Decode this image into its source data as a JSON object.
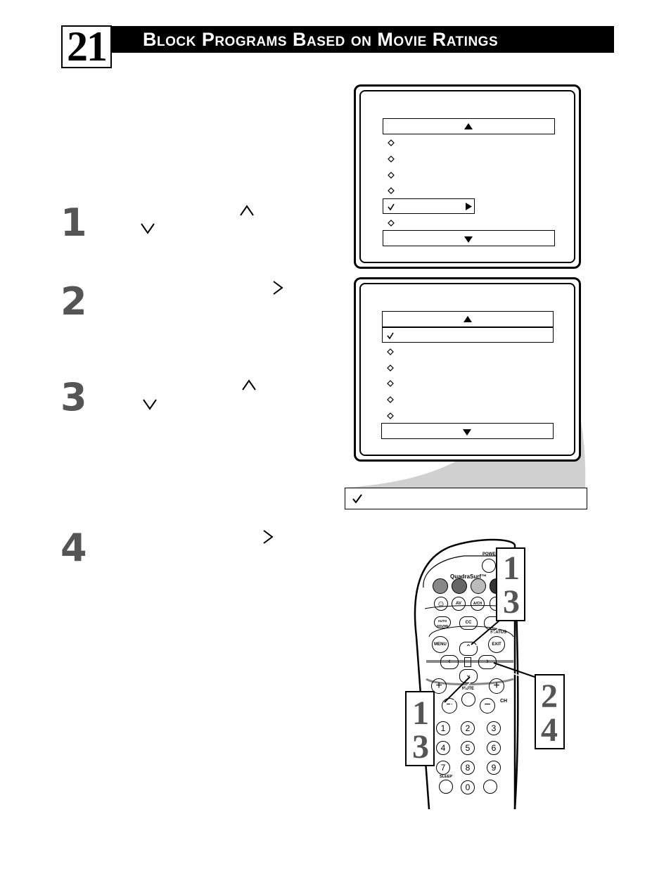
{
  "header": {
    "page_number": "21",
    "title": "Block Programs Based on Movie Ratings"
  },
  "steps": [
    {
      "number": "1",
      "arrows": [
        "up-arrow-icon",
        "down-arrow-icon"
      ]
    },
    {
      "number": "2",
      "arrows": [
        "right-arrow-icon"
      ]
    },
    {
      "number": "3",
      "arrows": [
        "up-arrow-icon",
        "down-arrow-icon"
      ]
    },
    {
      "number": "4",
      "arrows": [
        "right-arrow-icon"
      ]
    }
  ],
  "screen1": {
    "item_markers": [
      "diamond-icon",
      "diamond-icon",
      "diamond-icon",
      "diamond-icon",
      "check-icon",
      "diamond-icon"
    ],
    "selected_index": 4
  },
  "screen2": {
    "item_markers": [
      "check-icon",
      "diamond-icon",
      "diamond-icon",
      "diamond-icon",
      "diamond-icon",
      "diamond-icon"
    ],
    "selected_index": 0
  },
  "legend": {
    "icon": "check-icon"
  },
  "remote": {
    "power_label": "POWER",
    "quadrasurf_label": "QuadraSurf™",
    "av_label": "AV",
    "ach_label": "A/CH",
    "auto_sound_label": "AUTO SOUND",
    "cc_label": "CC",
    "status_label": "STATUS",
    "menu_label": "MENU",
    "exit_label": "EXIT",
    "mute_label": "MUTE",
    "ch_label": "CH",
    "sleep_label": "SLEEP",
    "digits": [
      "1",
      "2",
      "3",
      "4",
      "5",
      "6",
      "7",
      "8",
      "9",
      "0"
    ]
  },
  "callouts": {
    "top_right": [
      "1",
      "3"
    ],
    "bottom_left": [
      "1",
      "3"
    ],
    "right": [
      "2",
      "4"
    ]
  },
  "colors": {
    "title_bg": "#000000",
    "step_gray": "#555555",
    "swoosh_gray": "#d0d0d0"
  }
}
